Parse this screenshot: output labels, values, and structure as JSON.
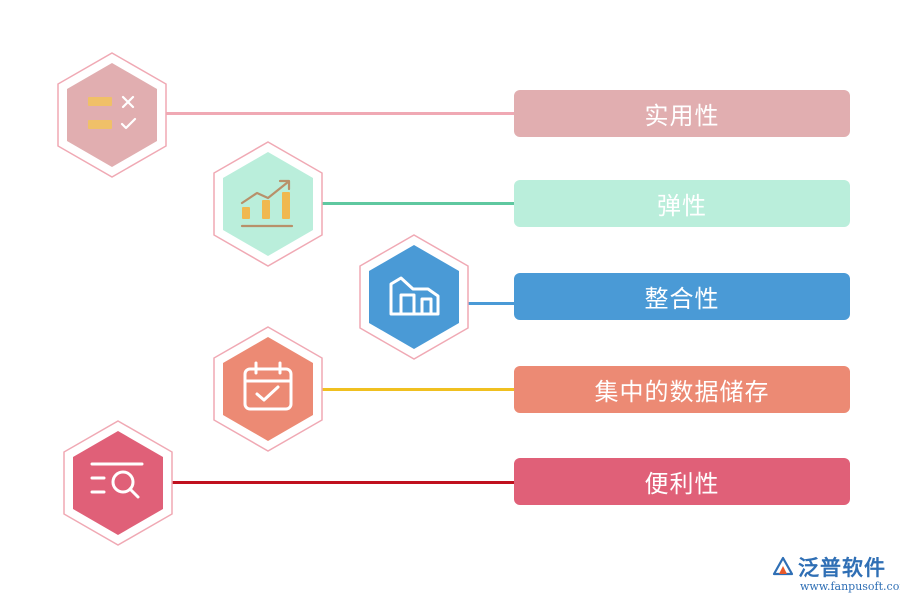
{
  "items": [
    {
      "label": "实用性",
      "icon": "checklist-icon",
      "box_color": "#e1aeb0",
      "line_color": "#f0a9b4",
      "hex_color": "#e1aeb0"
    },
    {
      "label": "弹性",
      "icon": "growth-chart-icon",
      "box_color": "#baeedb",
      "line_color": "#5fc8a0",
      "hex_color": "#baeedb"
    },
    {
      "label": "整合性",
      "icon": "warehouse-icon",
      "box_color": "#4a9ad6",
      "line_color": "#4a9ad6",
      "hex_color": "#4a9ad6"
    },
    {
      "label": "集中的数据储存",
      "icon": "calendar-check-icon",
      "box_color": "#ec8a74",
      "line_color": "#f0c020",
      "hex_color": "#ec8a74"
    },
    {
      "label": "便利性",
      "icon": "search-list-icon",
      "box_color": "#e06078",
      "line_color": "#c0101e",
      "hex_color": "#e06078"
    }
  ],
  "logo": {
    "name": "泛普软件",
    "url": "www.fanpusoft.com"
  }
}
